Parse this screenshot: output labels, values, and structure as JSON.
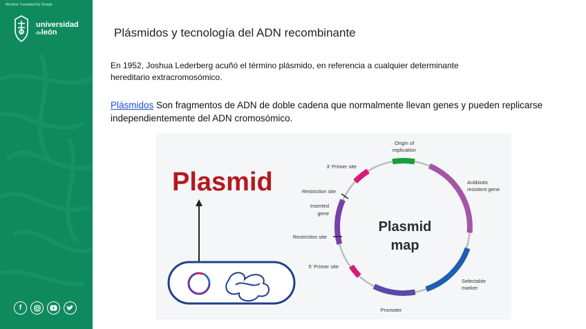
{
  "sidebar": {
    "machine_translated": "Machine Translated by Google",
    "logo": {
      "line1": "universidad",
      "line2_prefix": "de",
      "line2": "león"
    },
    "social_icons": [
      "facebook-icon",
      "instagram-icon",
      "youtube-icon",
      "twitter-icon"
    ],
    "colors": {
      "background": "#0f8a5f"
    }
  },
  "slide": {
    "title": "Plásmidos y tecnología del ADN recombinante",
    "paragraph1": "En 1952, Joshua Lederberg acuñó el término plásmido, en referencia a cualquier determinante hereditario extracromosómico.",
    "paragraph2_link": "Plásmidos",
    "paragraph2_text": " Son fragmentos de ADN de doble cadena que normalmente llevan genes y pueden replicarse independientemente del ADN cromosómico."
  },
  "figure": {
    "heading": "Plasmid",
    "map_line1": "Plasmid",
    "map_line2": "map",
    "labels": {
      "origin_1": "Origin of",
      "origin_2": "replication",
      "primer3": "3' Primer site",
      "antibiotic_1": "Antibiotic",
      "antibiotic_2": "resistent gene",
      "restriction_top": "Restriction site",
      "inserted_1": "Inserted",
      "inserted_2": "gene",
      "restriction_bottom": "Restriction site",
      "primer5": "5' Primer site",
      "selectable_1": "Selectable",
      "selectable_2": "marker",
      "promoter": "Promoter"
    },
    "colors": {
      "heading": "#b5191f",
      "origin": "#1a9e3c",
      "antibiotic": "#a455a6",
      "selectable": "#1f5fb0",
      "promoter": "#5a4aa8",
      "primer": "#d81b7a",
      "inserted": "#7a3fa8"
    }
  }
}
